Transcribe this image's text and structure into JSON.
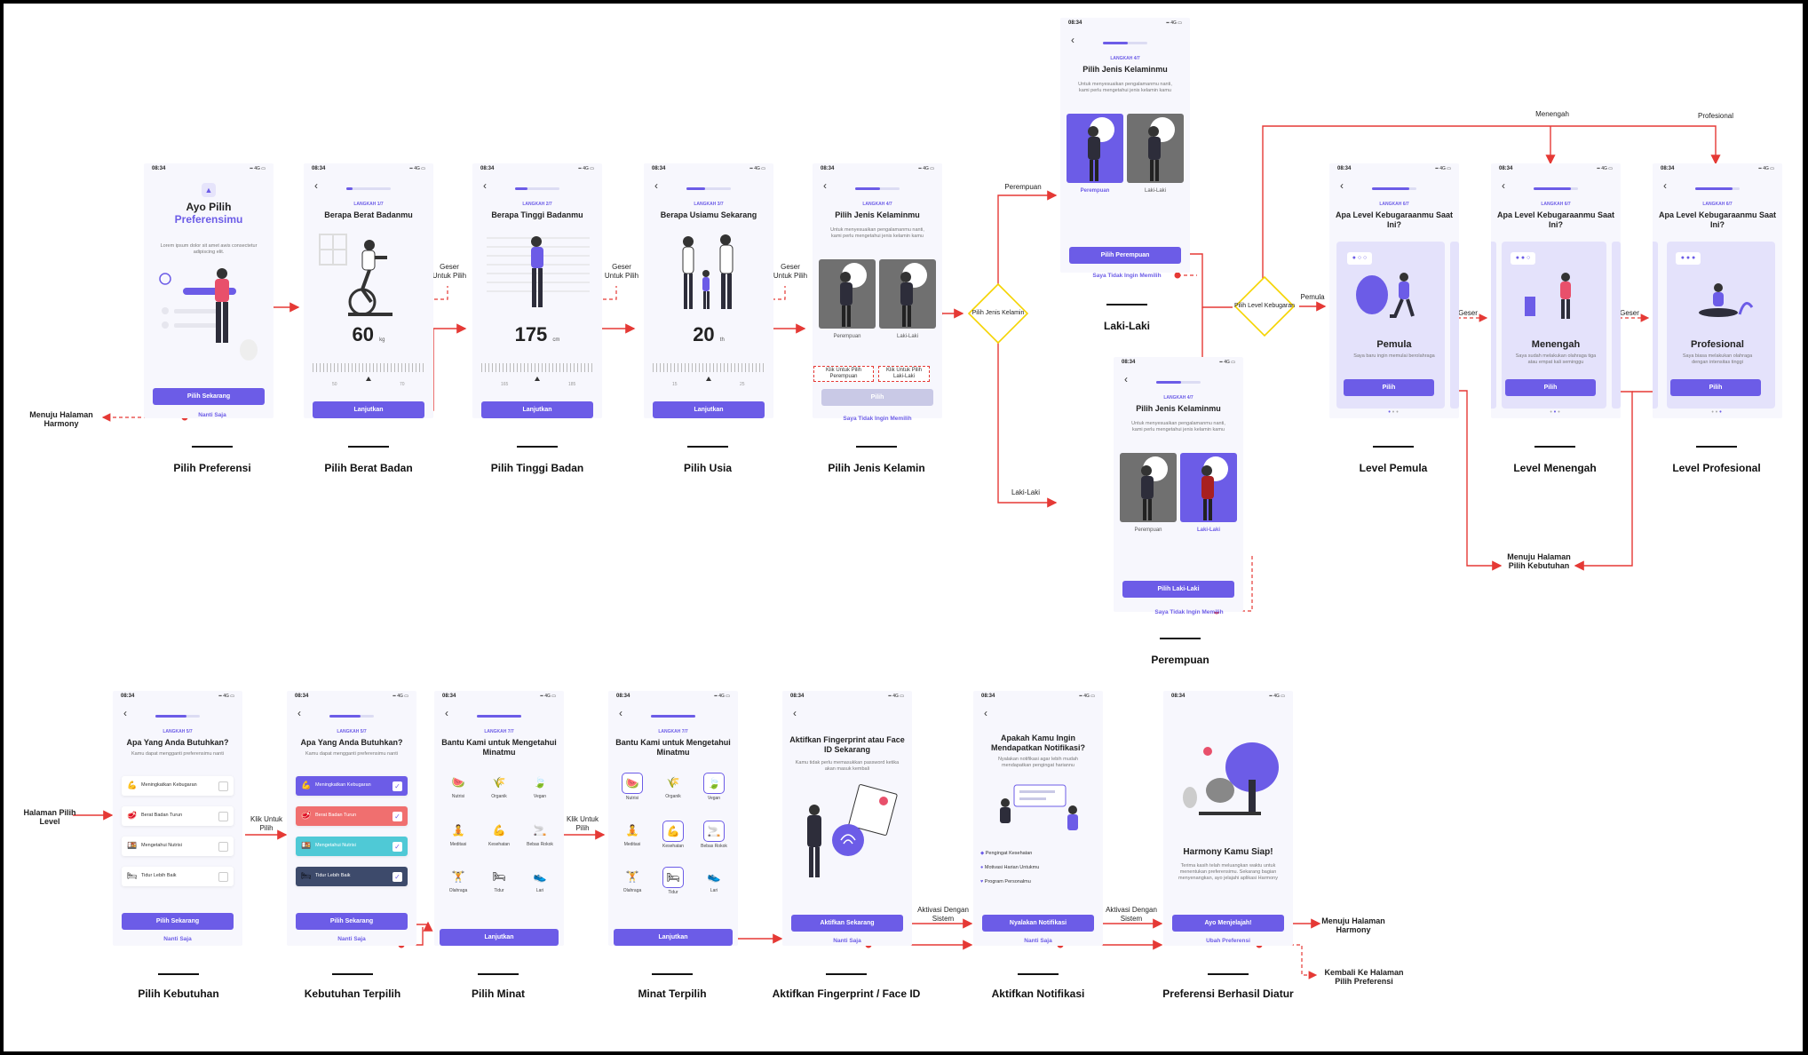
{
  "status": {
    "time": "08:34",
    "signal": "▪▪ 4G ▭"
  },
  "common": {
    "nanti_saja": "Nanti Saja",
    "lanjutkan": "Lanjutkan",
    "pilih": "Pilih",
    "tidak_memilih": "Saya Tidak Ingin Memilih"
  },
  "s_pref": {
    "title1": "Ayo Pilih",
    "title2": "Preferensimu",
    "sub": "Lorem ipsum dolor sit amet awis consectetur adipiscing elit.",
    "btn": "Pilih Sekarang"
  },
  "s_berat": {
    "step": "LANGKAH 1/7",
    "title": "Berapa Berat Badanmu",
    "value": "60",
    "unit": "kg",
    "min": "50",
    "max": "70"
  },
  "s_tinggi": {
    "step": "LANGKAH 2/7",
    "title": "Berapa Tinggi Badanmu",
    "value": "175",
    "unit": "cm",
    "min": "165",
    "max": "185"
  },
  "s_usia": {
    "step": "LANGKAH 3/7",
    "title": "Berapa Usiamu Sekarang",
    "value": "20",
    "unit": "th",
    "min": "15",
    "max": "25"
  },
  "s_kel": {
    "step": "LANGKAH 4/7",
    "title": "Pilih Jenis Kelaminmu",
    "sub": "Untuk menyesuaikan pengalamanmu nanti, kami perlu mengetahui jenis kelamin kamu",
    "f_label": "Perempuan",
    "m_label": "Laki-Laki",
    "btn": "Pilih",
    "btn_f": "Pilih Perempuan",
    "btn_m": "Pilih Laki-Laki",
    "klik_f": "Klik Untuk Pilih Perempuan",
    "klik_m": "Klik Untuk Pilih Laki-Laki"
  },
  "s_lvl": {
    "step": "LANGKAH 6/7",
    "title": "Apa Level Kebugaraanmu Saat Ini?",
    "pemula": "Pemula",
    "pemula_desc": "Saya baru ingin memulai berolahraga",
    "menengah": "Menengah",
    "menengah_desc": "Saya sudah melakukan olahraga tiga atau empat kali seminggu",
    "profesional": "Profesional",
    "profesional_desc": "Saya biasa melakukan olahraga dengan intensitas tinggi"
  },
  "s_keb": {
    "step": "LANGKAH 5/7",
    "title": "Apa Yang Anda Butuhkan?",
    "sub": "Kamu dapat mengganti preferensimu nanti",
    "o1": "Meningkatkan Kebugaran",
    "o2": "Berat Badan Turun",
    "o3": "Mengetahui Nutrisi",
    "o4": "Tidur Lebih Baik"
  },
  "s_minat": {
    "step": "LANGKAH 7/7",
    "title": "Bantu Kami untuk Mengetahui Minatmu",
    "i1": "Nutrisi",
    "i2": "Organik",
    "i3": "Vegan",
    "i4": "Meditasi",
    "i5": "Kesehatan",
    "i6": "Bebas Rokok",
    "i7": "Olahraga",
    "i8": "Tidur",
    "i9": "Lari"
  },
  "s_fp": {
    "title": "Aktifkan Fingerprint atau Face ID Sekarang",
    "sub": "Kamu tidak perlu memasukkan password ketika akan masuk kembali",
    "btn": "Aktifkan Sekarang"
  },
  "s_notif": {
    "title": "Apakah Kamu Ingin Mendapatkan Notifikasi?",
    "sub": "Nyalakan notifikasi agar lebih mudah mendapatkan pengingat hariannu",
    "n1": "Pengingat Kesehatan",
    "n2": "Motivasi Harian Untukmu",
    "n3": "Program Personalmu",
    "btn": "Nyalakan Notifikasi"
  },
  "s_ok": {
    "title": "Harmony Kamu Siap!",
    "sub": "Terima kasih telah meluangkan waktu untuk menentukan preferensimu. Sekarang bagian menyenangkan, ayo jelajahi aplikasi Harmony",
    "btn": "Ayo Menjelajah!",
    "link": "Ubah Preferensi"
  },
  "decisions": {
    "gender": "Pilih Jenis Kelamin",
    "level": "Pilih Level Kebugaran"
  },
  "annotations": {
    "geser_untuk_pilih": "Geser Untuk Pilih",
    "menuju_harmony": "Menuju Halaman Harmony",
    "perempuan": "Perempuan",
    "laki_laki": "Laki-Laki",
    "pemula": "Pemula",
    "menengah": "Menengah",
    "profesional": "Profesional",
    "geser": "Geser",
    "menuju_kebutuhan": "Menuju Halaman Pilih Kebutuhan",
    "halaman_pilih_level": "Halaman Pilih Level",
    "klik_untuk_pilih": "Klik Untuk Pilih",
    "aktivasi_sistem": "Aktivasi Dengan Sistem",
    "kembali_preferensi": "Kembali Ke Halaman Pilih Preferensi"
  },
  "labels": {
    "preferensi": "Pilih Preferensi",
    "berat": "Pilih Berat Badan",
    "tinggi": "Pilih Tinggi Badan",
    "usia": "Pilih Usia",
    "kelamin": "Pilih Jenis Kelamin",
    "laki": "Laki-Laki",
    "perempuan": "Perempuan",
    "pemula": "Level Pemula",
    "menengah": "Level Menengah",
    "profesional": "Level Profesional",
    "kebutuhan": "Pilih Kebutuhan",
    "kebutuhan_terpilih": "Kebutuhan Terpilih",
    "minat": "Pilih Minat",
    "minat_terpilih": "Minat Terpilih",
    "fingerprint": "Aktifkan Fingerprint / Face ID",
    "notifikasi": "Aktifkan Notifikasi",
    "berhasil": "Preferensi Berhasil Diatur"
  },
  "colors": {
    "accent": "#6c5ce7",
    "connector": "#e53935",
    "decision": "#f5d300"
  }
}
